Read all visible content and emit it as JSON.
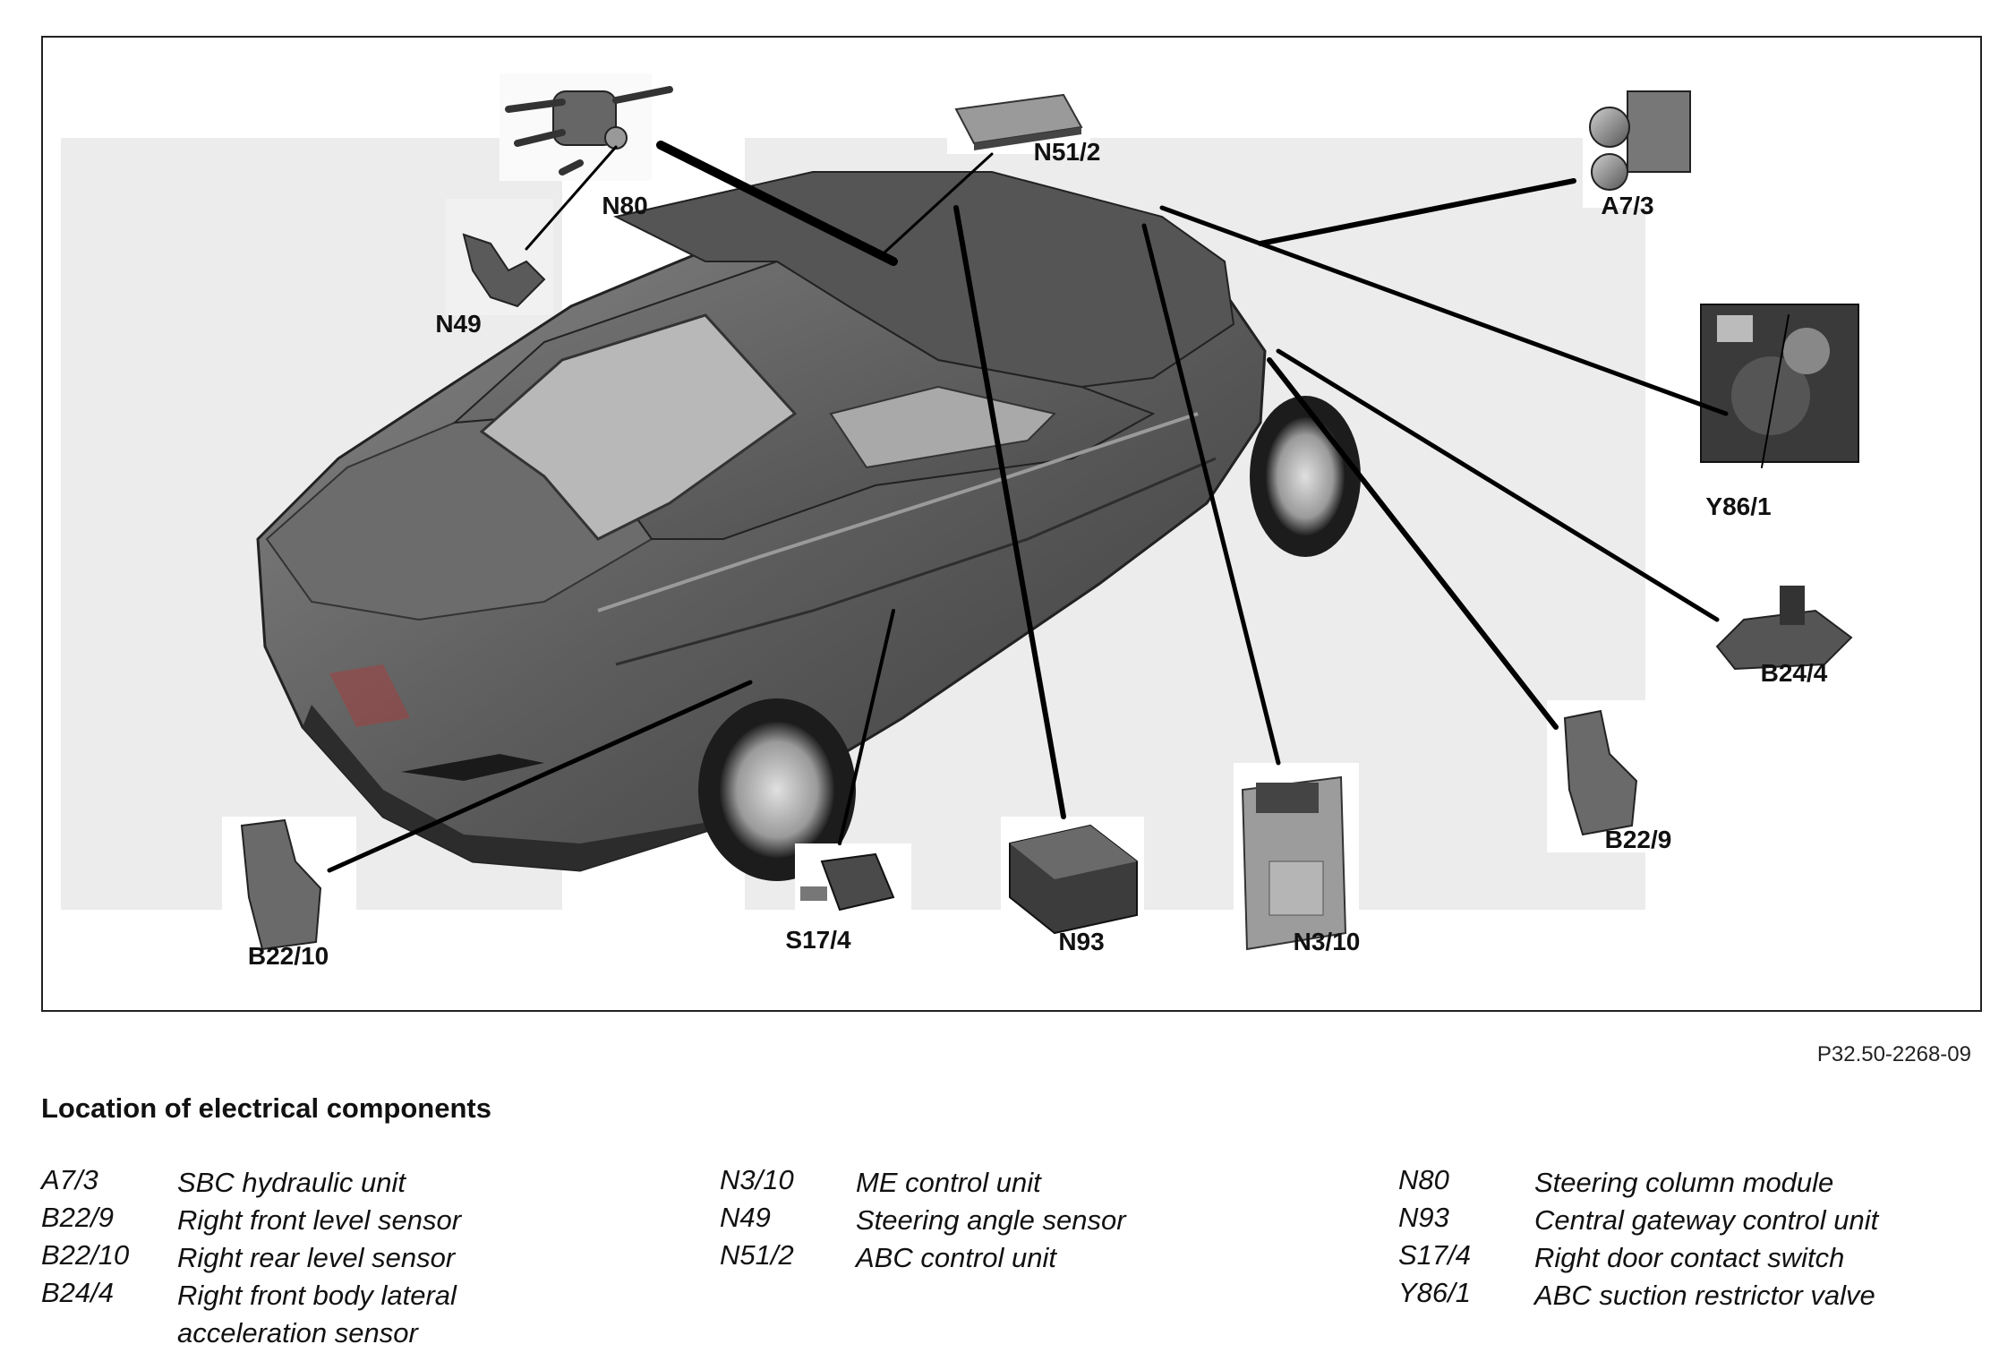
{
  "figure_code": "P32.50-2268-09",
  "callouts": {
    "n80": "N80",
    "n49": "N49",
    "n51_2": "N51/2",
    "a7_3": "A7/3",
    "y86_1": "Y86/1",
    "b24_4": "B24/4",
    "b22_9": "B22/9",
    "n3_10": "N3/10",
    "n93": "N93",
    "s17_4": "S17/4",
    "b22_10": "B22/10"
  },
  "legend": {
    "title": "Location of electrical components",
    "columns": [
      [
        {
          "code": "A7/3",
          "desc": "SBC hydraulic unit"
        },
        {
          "code": "B22/9",
          "desc": "Right front level sensor"
        },
        {
          "code": "B22/10",
          "desc": "Right rear level sensor"
        },
        {
          "code": "B24/4",
          "desc": "Right front body lateral acceleration sensor"
        }
      ],
      [
        {
          "code": "N3/10",
          "desc": "ME control unit"
        },
        {
          "code": "N49",
          "desc": "Steering angle sensor"
        },
        {
          "code": "N51/2",
          "desc": "ABC control unit"
        }
      ],
      [
        {
          "code": "N80",
          "desc": "Steering column module"
        },
        {
          "code": "N93",
          "desc": "Central gateway control unit"
        },
        {
          "code": "S17/4",
          "desc": "Right door contact switch"
        },
        {
          "code": "Y86/1",
          "desc": "ABC suction restrictor valve"
        }
      ]
    ]
  }
}
